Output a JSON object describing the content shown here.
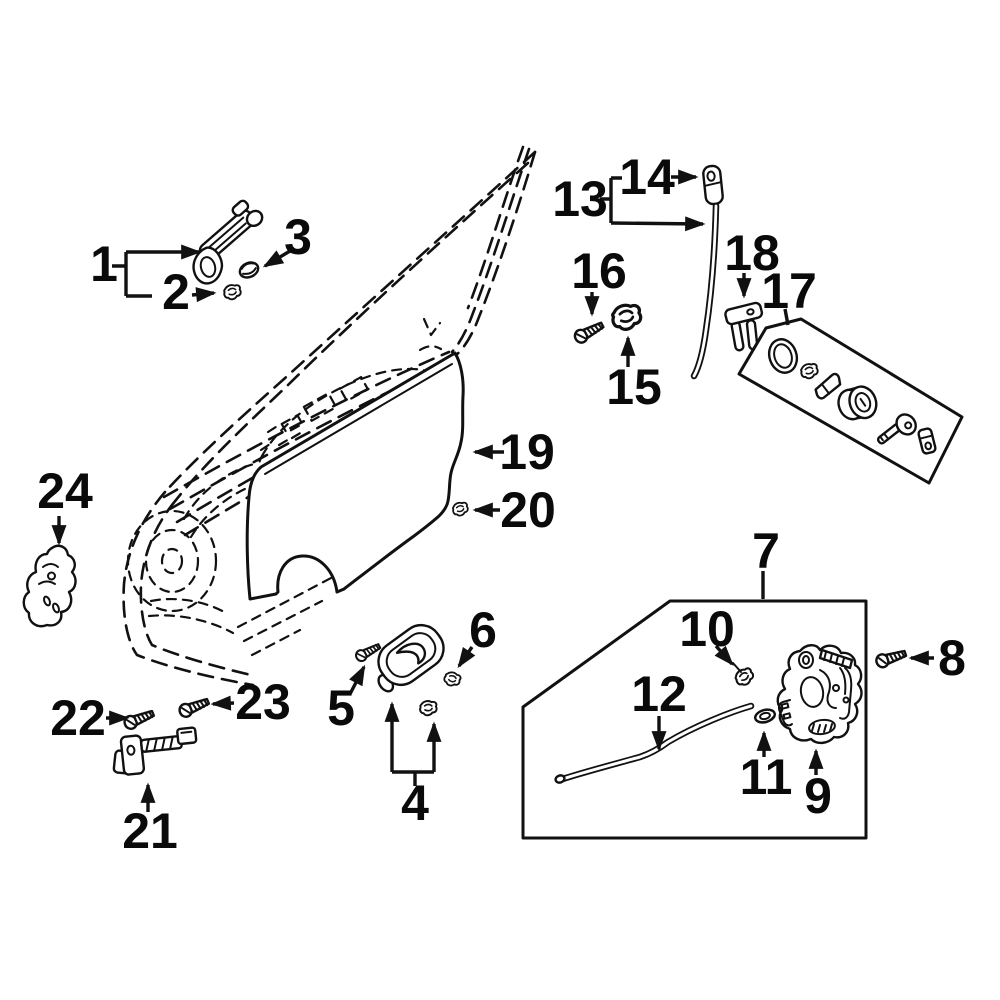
{
  "colors": {
    "background": "#ffffff",
    "line": "#111111",
    "text": "#0a0a0a"
  },
  "callouts": {
    "c1": {
      "label": "1"
    },
    "c2": {
      "label": "2"
    },
    "c3": {
      "label": "3"
    },
    "c4": {
      "label": "4"
    },
    "c5": {
      "label": "5"
    },
    "c6": {
      "label": "6"
    },
    "c7": {
      "label": "7"
    },
    "c8": {
      "label": "8"
    },
    "c9": {
      "label": "9"
    },
    "c10": {
      "label": "10"
    },
    "c11": {
      "label": "11"
    },
    "c12": {
      "label": "12"
    },
    "c13": {
      "label": "13"
    },
    "c14": {
      "label": "14"
    },
    "c15": {
      "label": "15"
    },
    "c16": {
      "label": "16"
    },
    "c17": {
      "label": "17"
    },
    "c18": {
      "label": "18"
    },
    "c19": {
      "label": "19"
    },
    "c20": {
      "label": "20"
    },
    "c21": {
      "label": "21"
    },
    "c22": {
      "label": "22"
    },
    "c23": {
      "label": "23"
    },
    "c24": {
      "label": "24"
    }
  }
}
